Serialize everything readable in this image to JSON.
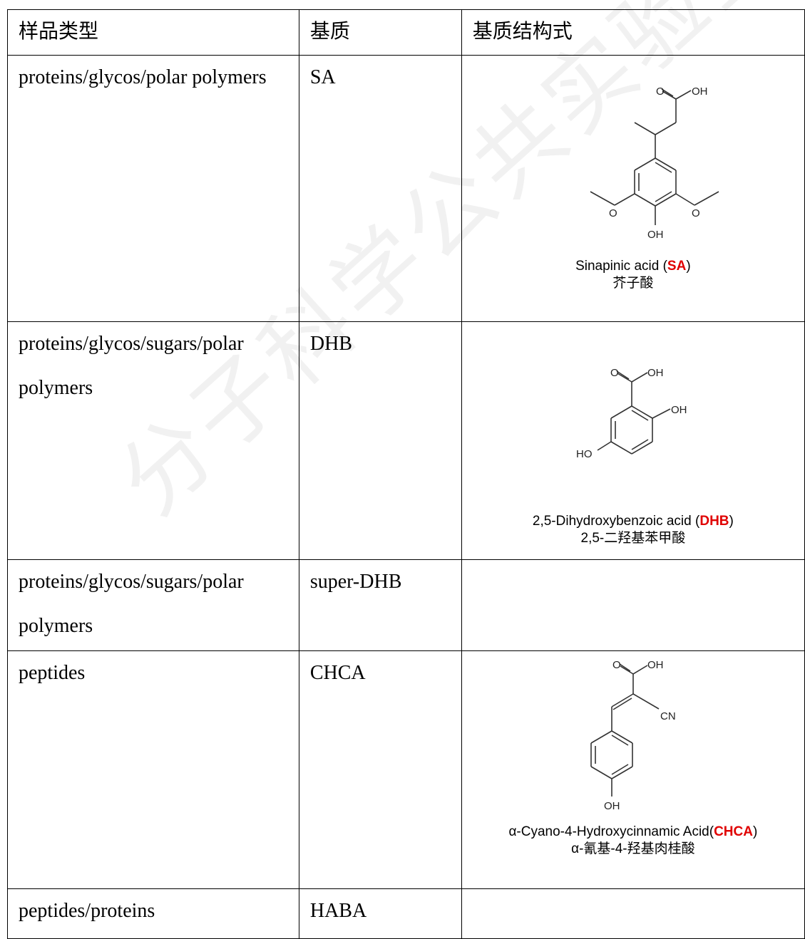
{
  "table": {
    "headers": [
      "样品类型",
      "基质",
      "基质结构式"
    ],
    "rows": [
      {
        "sample_type": "proteins/glycos/polar polymers",
        "matrix": "SA",
        "caption_en_prefix": "Sinapinic acid (",
        "caption_abbr": "SA",
        "caption_en_suffix": ")",
        "caption_cn": "芥子酸"
      },
      {
        "sample_type": "proteins/glycos/sugars/polar polymers",
        "matrix": "DHB",
        "caption_en_prefix": "2,5-Dihydroxybenzoic acid (",
        "caption_abbr": "DHB",
        "caption_en_suffix": ")",
        "caption_cn": "2,5-二羟基苯甲酸"
      },
      {
        "sample_type": "proteins/glycos/sugars/polar polymers",
        "matrix": "super-DHB"
      },
      {
        "sample_type": "peptides",
        "matrix": "CHCA",
        "caption_en_prefix": "α-Cyano-4-Hydroxycinnamic Acid(",
        "caption_abbr": "CHCA",
        "caption_en_suffix": ")",
        "caption_cn": "α-氰基-4-羟基肉桂酸"
      },
      {
        "sample_type": "peptides/proteins",
        "matrix": "HABA"
      }
    ]
  },
  "structure_labels": {
    "oh": "OH",
    "ho": "HO",
    "o": "O",
    "cn": "CN"
  },
  "watermark": "分子科学公共实验室",
  "colors": {
    "abbr_highlight": "#e00000",
    "border": "#000000"
  }
}
